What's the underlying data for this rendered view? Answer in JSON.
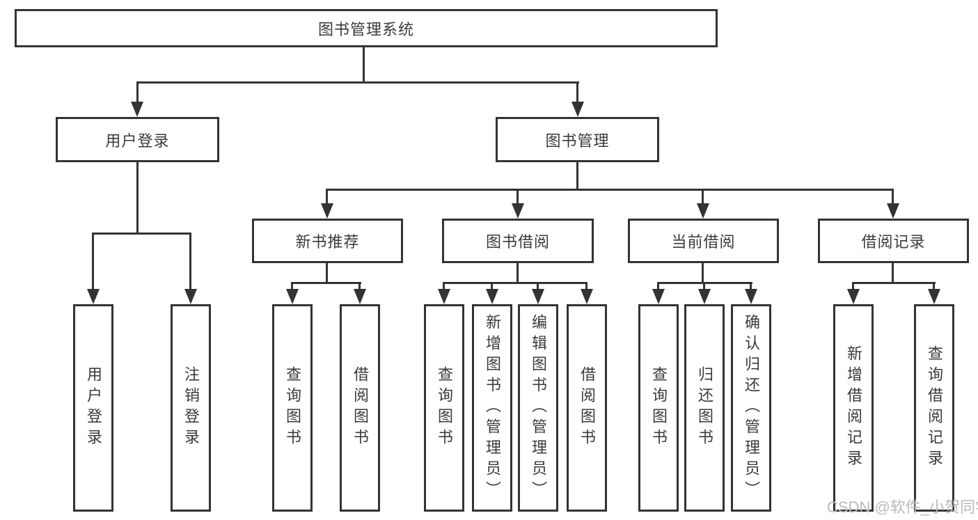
{
  "diagram_type": "hierarchy-tree",
  "colors": {
    "line": "#333333",
    "node_border": "#333333",
    "node_text": "#3a3a3a",
    "background": "#ffffff",
    "watermark": "#b9b9b9"
  },
  "watermark": "CSDN @软件_小贺同学",
  "tree": {
    "label": "图书管理系统",
    "children": [
      {
        "label": "用户登录",
        "children": [
          {
            "label": "用户登录"
          },
          {
            "label": "注销登录"
          }
        ]
      },
      {
        "label": "图书管理",
        "children": [
          {
            "label": "新书推荐",
            "children": [
              {
                "label": "查询图书"
              },
              {
                "label": "借阅图书"
              }
            ]
          },
          {
            "label": "图书借阅",
            "children": [
              {
                "label": "查询图书"
              },
              {
                "label": "新增图书（管理员）"
              },
              {
                "label": "编辑图书（管理员）"
              },
              {
                "label": "借阅图书"
              }
            ]
          },
          {
            "label": "当前借阅",
            "children": [
              {
                "label": "查询图书"
              },
              {
                "label": "归还图书"
              },
              {
                "label": "确认归还（管理员）"
              }
            ]
          },
          {
            "label": "借阅记录",
            "children": [
              {
                "label": "新增借阅记录"
              },
              {
                "label": "查询借阅记录"
              }
            ]
          }
        ]
      }
    ]
  }
}
